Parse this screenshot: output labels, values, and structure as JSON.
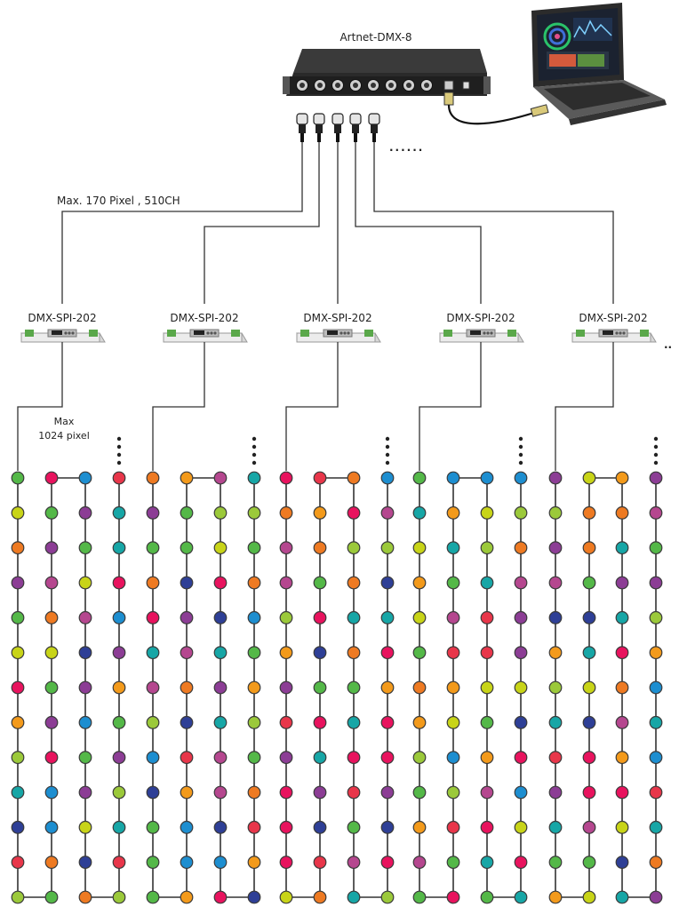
{
  "hub": {
    "label": "Artnet-DMX-8"
  },
  "cable_note": "Max. 170 Pixel , 510CH",
  "extra_outputs": "......",
  "decoders": [
    {
      "label": "DMX-SPI-202"
    },
    {
      "label": "DMX-SPI-202"
    },
    {
      "label": "DMX-SPI-202"
    },
    {
      "label": "DMX-SPI-202"
    },
    {
      "label": "DMX-SPI-202"
    }
  ],
  "decoder_more": "..",
  "pixel_limit": {
    "line1": "Max",
    "line2": "1024 pixel"
  },
  "colors": {
    "pink": "#e8135e",
    "orange": "#ee7a22",
    "purple": "#8c3d95",
    "violet": "#b5478f",
    "blue": "#2e3f96",
    "teal": "#17a6a6",
    "green": "#54b848",
    "yellow": "#c8d418",
    "lime": "#9bc93a",
    "red": "#e8364a"
  },
  "palette": [
    "#e8135e",
    "#ee7a22",
    "#8c3d95",
    "#2e3f96",
    "#17a6a6",
    "#54b848",
    "#c8d418",
    "#9bc93a",
    "#b5478f",
    "#e8364a",
    "#f39a1b",
    "#1d8ed0"
  ]
}
